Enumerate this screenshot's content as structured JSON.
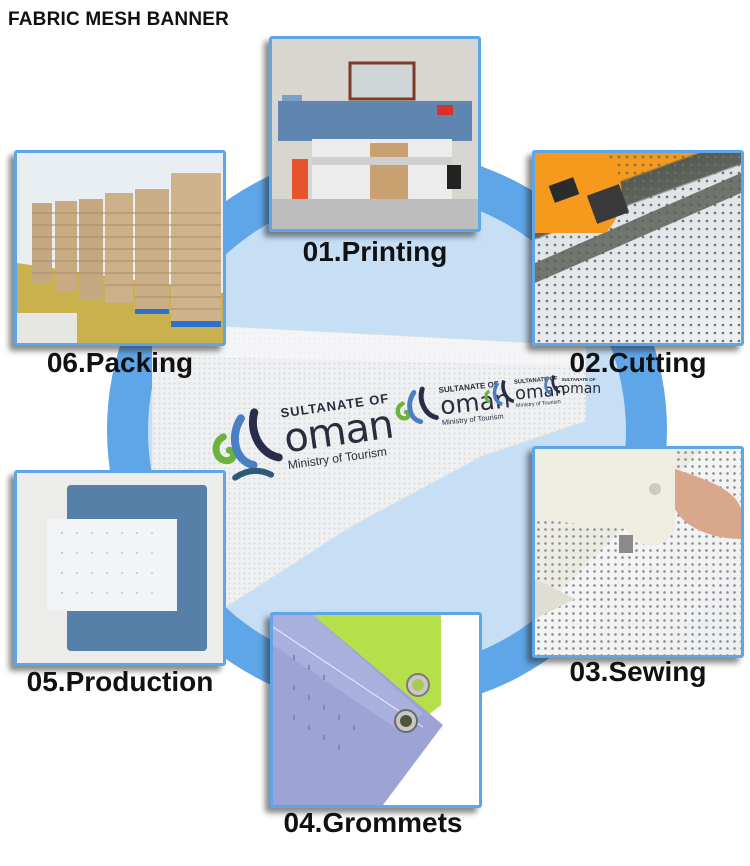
{
  "title": "FABRIC MESH BANNER",
  "colors": {
    "ring": "#5ea6e8",
    "ring_inner": "#c6dff5",
    "card_border": "#5ea6e8",
    "label_text": "#111111"
  },
  "steps": [
    {
      "number": "01",
      "label": "01.Printing",
      "photo": "large-format printer printing banner"
    },
    {
      "number": "02",
      "label": "02.Cutting",
      "photo": "hot knife cutting mesh fabric along rail"
    },
    {
      "number": "03",
      "label": "03.Sewing",
      "photo": "sewing machine hemming white mesh"
    },
    {
      "number": "04",
      "label": "04.Grommets",
      "photo": "purple and lime mesh banner corners with metal grommets"
    },
    {
      "number": "05",
      "label": "05.Production",
      "photo": "packed mesh banners in clear plastic bags"
    },
    {
      "number": "06",
      "label": "06.Packing",
      "photo": "cartons stacked on blue pallets in warehouse"
    }
  ],
  "center_banner": {
    "logo_line1": "SULTANATE OF",
    "logo_line2": "oman",
    "logo_line3": "Ministry of Tourism",
    "repeat_count": 4
  }
}
